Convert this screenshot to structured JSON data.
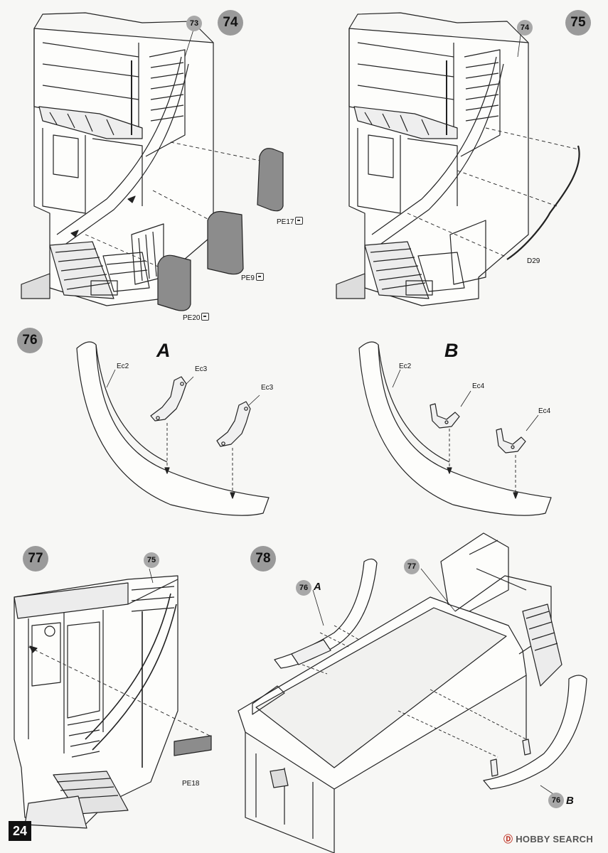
{
  "page_number": "24",
  "watermark": {
    "mark": "Ⓓ",
    "text": "HOBBY SEARCH"
  },
  "steps": [
    {
      "number": "74",
      "ref": "73",
      "parts": [
        {
          "label": "PE17"
        },
        {
          "label": "PE9"
        },
        {
          "label": "PE20"
        }
      ]
    },
    {
      "number": "75",
      "ref": "74",
      "parts": [
        {
          "label": "D29"
        }
      ]
    },
    {
      "number": "76",
      "variants": [
        {
          "letter": "A",
          "parts": [
            "Ec2",
            "Ec3",
            "Ec3"
          ]
        },
        {
          "letter": "B",
          "parts": [
            "Ec2",
            "Ec4",
            "Ec4"
          ]
        }
      ]
    },
    {
      "number": "77",
      "ref": "75",
      "parts": [
        {
          "label": "PE18"
        }
      ]
    },
    {
      "number": "78",
      "ref": "77",
      "sub_refs": [
        {
          "number": "76",
          "letter": "A"
        },
        {
          "number": "76",
          "letter": "B"
        }
      ]
    }
  ]
}
